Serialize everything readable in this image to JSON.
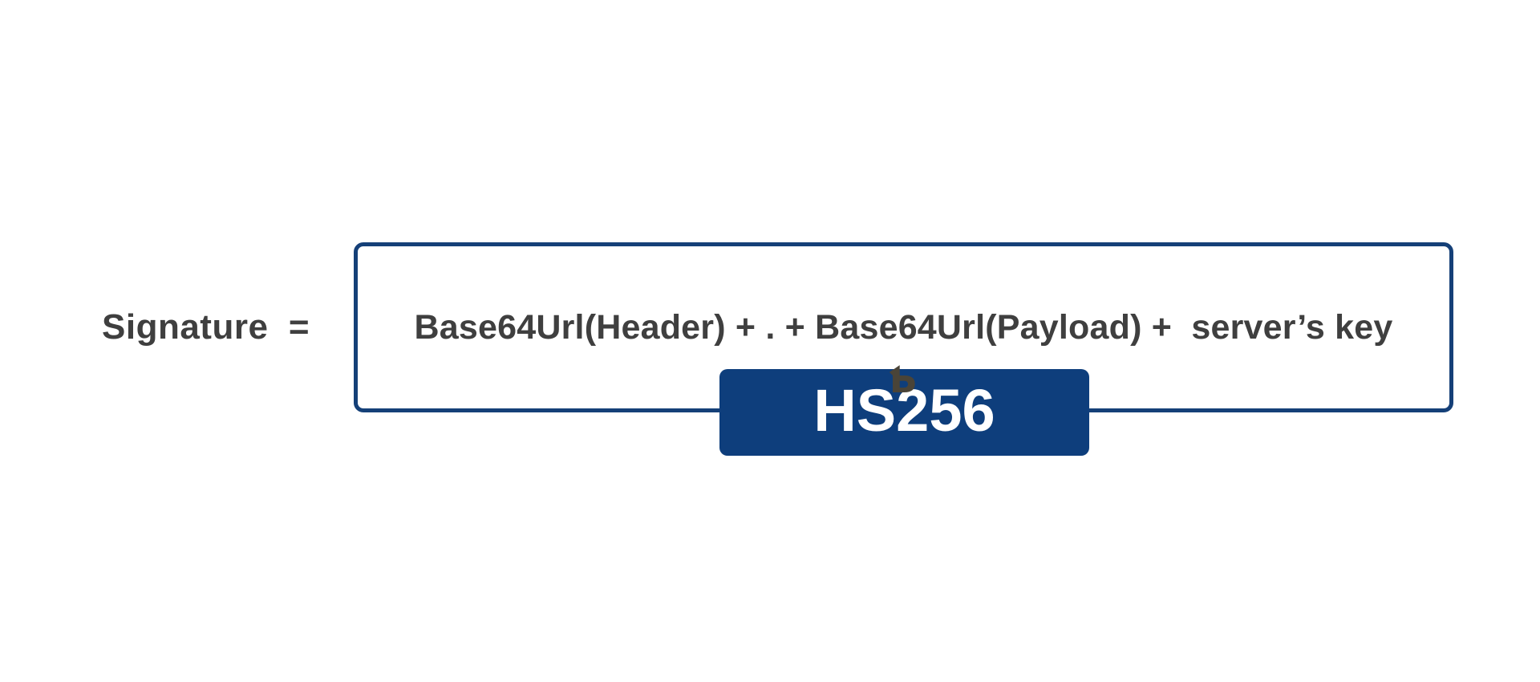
{
  "slide": {
    "signature_label": "Signature  =",
    "formula": "Base64Url(Header) + . + Base64Url(Payload) +  server’s key",
    "algorithm_badge": "HS256",
    "cursor_artifact": "Ƅ",
    "colors": {
      "navy_fill": "#0E3E7C",
      "navy_border": "#154078",
      "formula_text": "#3F3F3F",
      "badge_text": "#FFFFFF",
      "background": "#FFFFFF",
      "artifact": "#4A4438"
    }
  }
}
